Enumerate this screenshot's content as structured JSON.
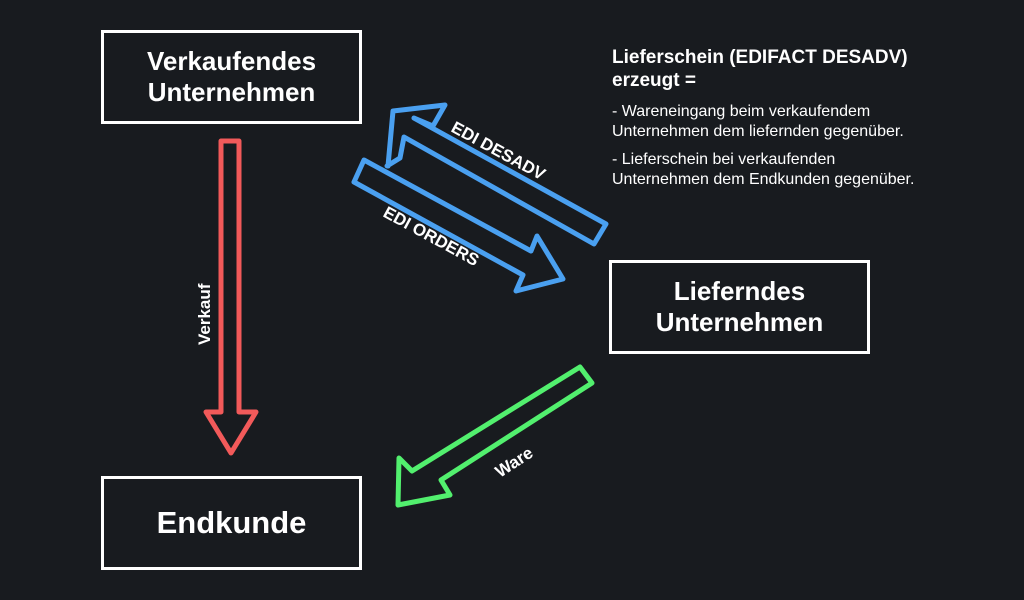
{
  "nodes": {
    "seller": {
      "line1": "Verkaufendes",
      "line2": "Unternehmen"
    },
    "supplier": {
      "line1": "Lieferndes",
      "line2": "Unternehmen"
    },
    "customer": {
      "line1": "Endkunde"
    }
  },
  "arrows": {
    "desadv": {
      "label": "EDI DESADV",
      "color": "#4aa0f0"
    },
    "orders": {
      "label": "EDI ORDERS",
      "color": "#4aa0f0"
    },
    "verkauf": {
      "label": "Verkauf",
      "color": "#f25a5a"
    },
    "ware": {
      "label": "Ware",
      "color": "#52f06e"
    }
  },
  "info": {
    "title_line1": "Lieferschein (EDIFACT DESADV)",
    "title_line2": "erzeugt =",
    "items": [
      {
        "line1": "- Wareneingang beim verkaufendem",
        "line2": "Unternehmen dem liefernden gegenüber."
      },
      {
        "line1": "- Lieferschein bei verkaufenden",
        "line2": "Unternehmen dem Endkunden gegenüber."
      }
    ]
  },
  "colors": {
    "background": "#181b1f",
    "box_border": "#ffffff",
    "text": "#ffffff"
  }
}
